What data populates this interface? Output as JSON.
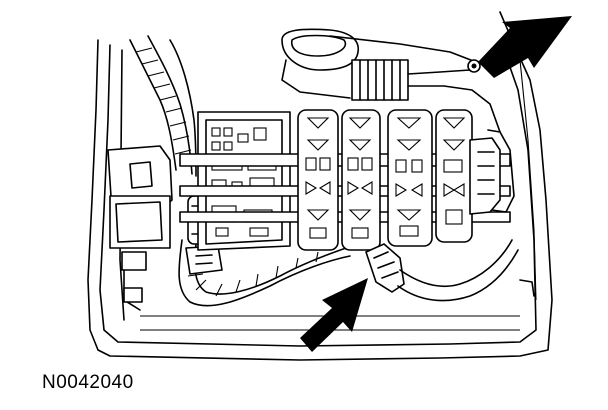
{
  "figure": {
    "reference_code": "N0042040"
  },
  "colors": {
    "ink": "#000000",
    "paper": "#ffffff"
  },
  "icons": [
    "callout-arrow-top-right",
    "callout-arrow-bottom"
  ]
}
